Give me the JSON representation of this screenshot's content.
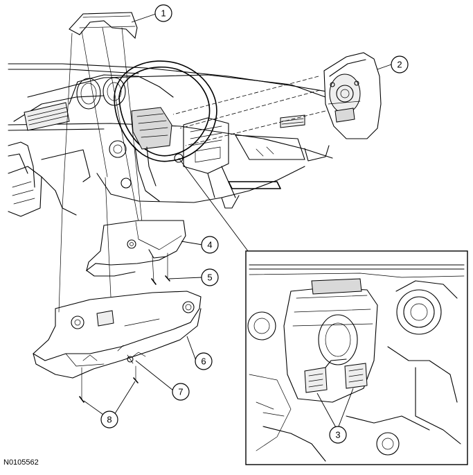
{
  "figure_id": "N0105562",
  "callouts": [
    {
      "id": "1",
      "label": "1"
    },
    {
      "id": "2",
      "label": "2"
    },
    {
      "id": "3",
      "label": "3"
    },
    {
      "id": "4",
      "label": "4"
    },
    {
      "id": "5",
      "label": "5"
    },
    {
      "id": "6",
      "label": "6"
    },
    {
      "id": "7",
      "label": "7"
    },
    {
      "id": "8",
      "label": "8"
    }
  ]
}
